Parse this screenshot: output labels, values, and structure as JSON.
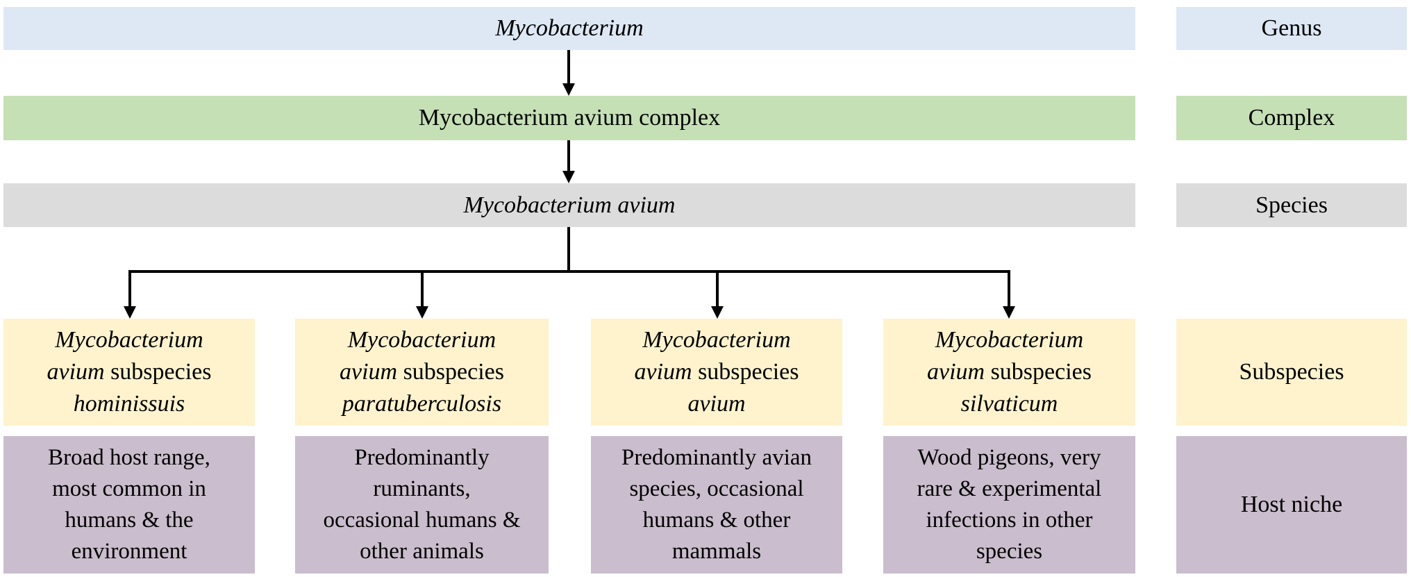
{
  "hierarchy": {
    "genus": "Mycobacterium",
    "complex": "Mycobacterium avium complex",
    "species": "Mycobacterium avium"
  },
  "subspecies": [
    {
      "line1": "Mycobacterium",
      "line2_italic": "avium",
      "line2_rest": " subspecies",
      "line3": "hominissuis",
      "host": [
        "Broad host range,",
        "most common in",
        "humans & the",
        "environment"
      ]
    },
    {
      "line1": "Mycobacterium",
      "line2_italic": "avium",
      "line2_rest": " subspecies",
      "line3": "paratuberculosis",
      "host": [
        "Predominantly",
        "ruminants,",
        "occasional humans &",
        "other animals"
      ]
    },
    {
      "line1": "Mycobacterium",
      "line2_italic": "avium",
      "line2_rest": " subspecies",
      "line3": "avium",
      "host": [
        "Predominantly avian",
        "species, occasional",
        "humans & other",
        "mammals"
      ]
    },
    {
      "line1": "Mycobacterium",
      "line2_italic": "avium",
      "line2_rest": " subspecies",
      "line3": "silvaticum",
      "host": [
        "Wood pigeons, very",
        "rare & experimental",
        "infections in other",
        "species"
      ]
    }
  ],
  "levels": {
    "genus": "Genus",
    "complex": "Complex",
    "species": "Species",
    "subspecies": "Subspecies",
    "host": "Host niche"
  },
  "colors": {
    "genus": "#dde8f4",
    "complex": "#c5e0b5",
    "species": "#dcdcdc",
    "subspecies": "#fef3cd",
    "host": "#cabdcd"
  }
}
